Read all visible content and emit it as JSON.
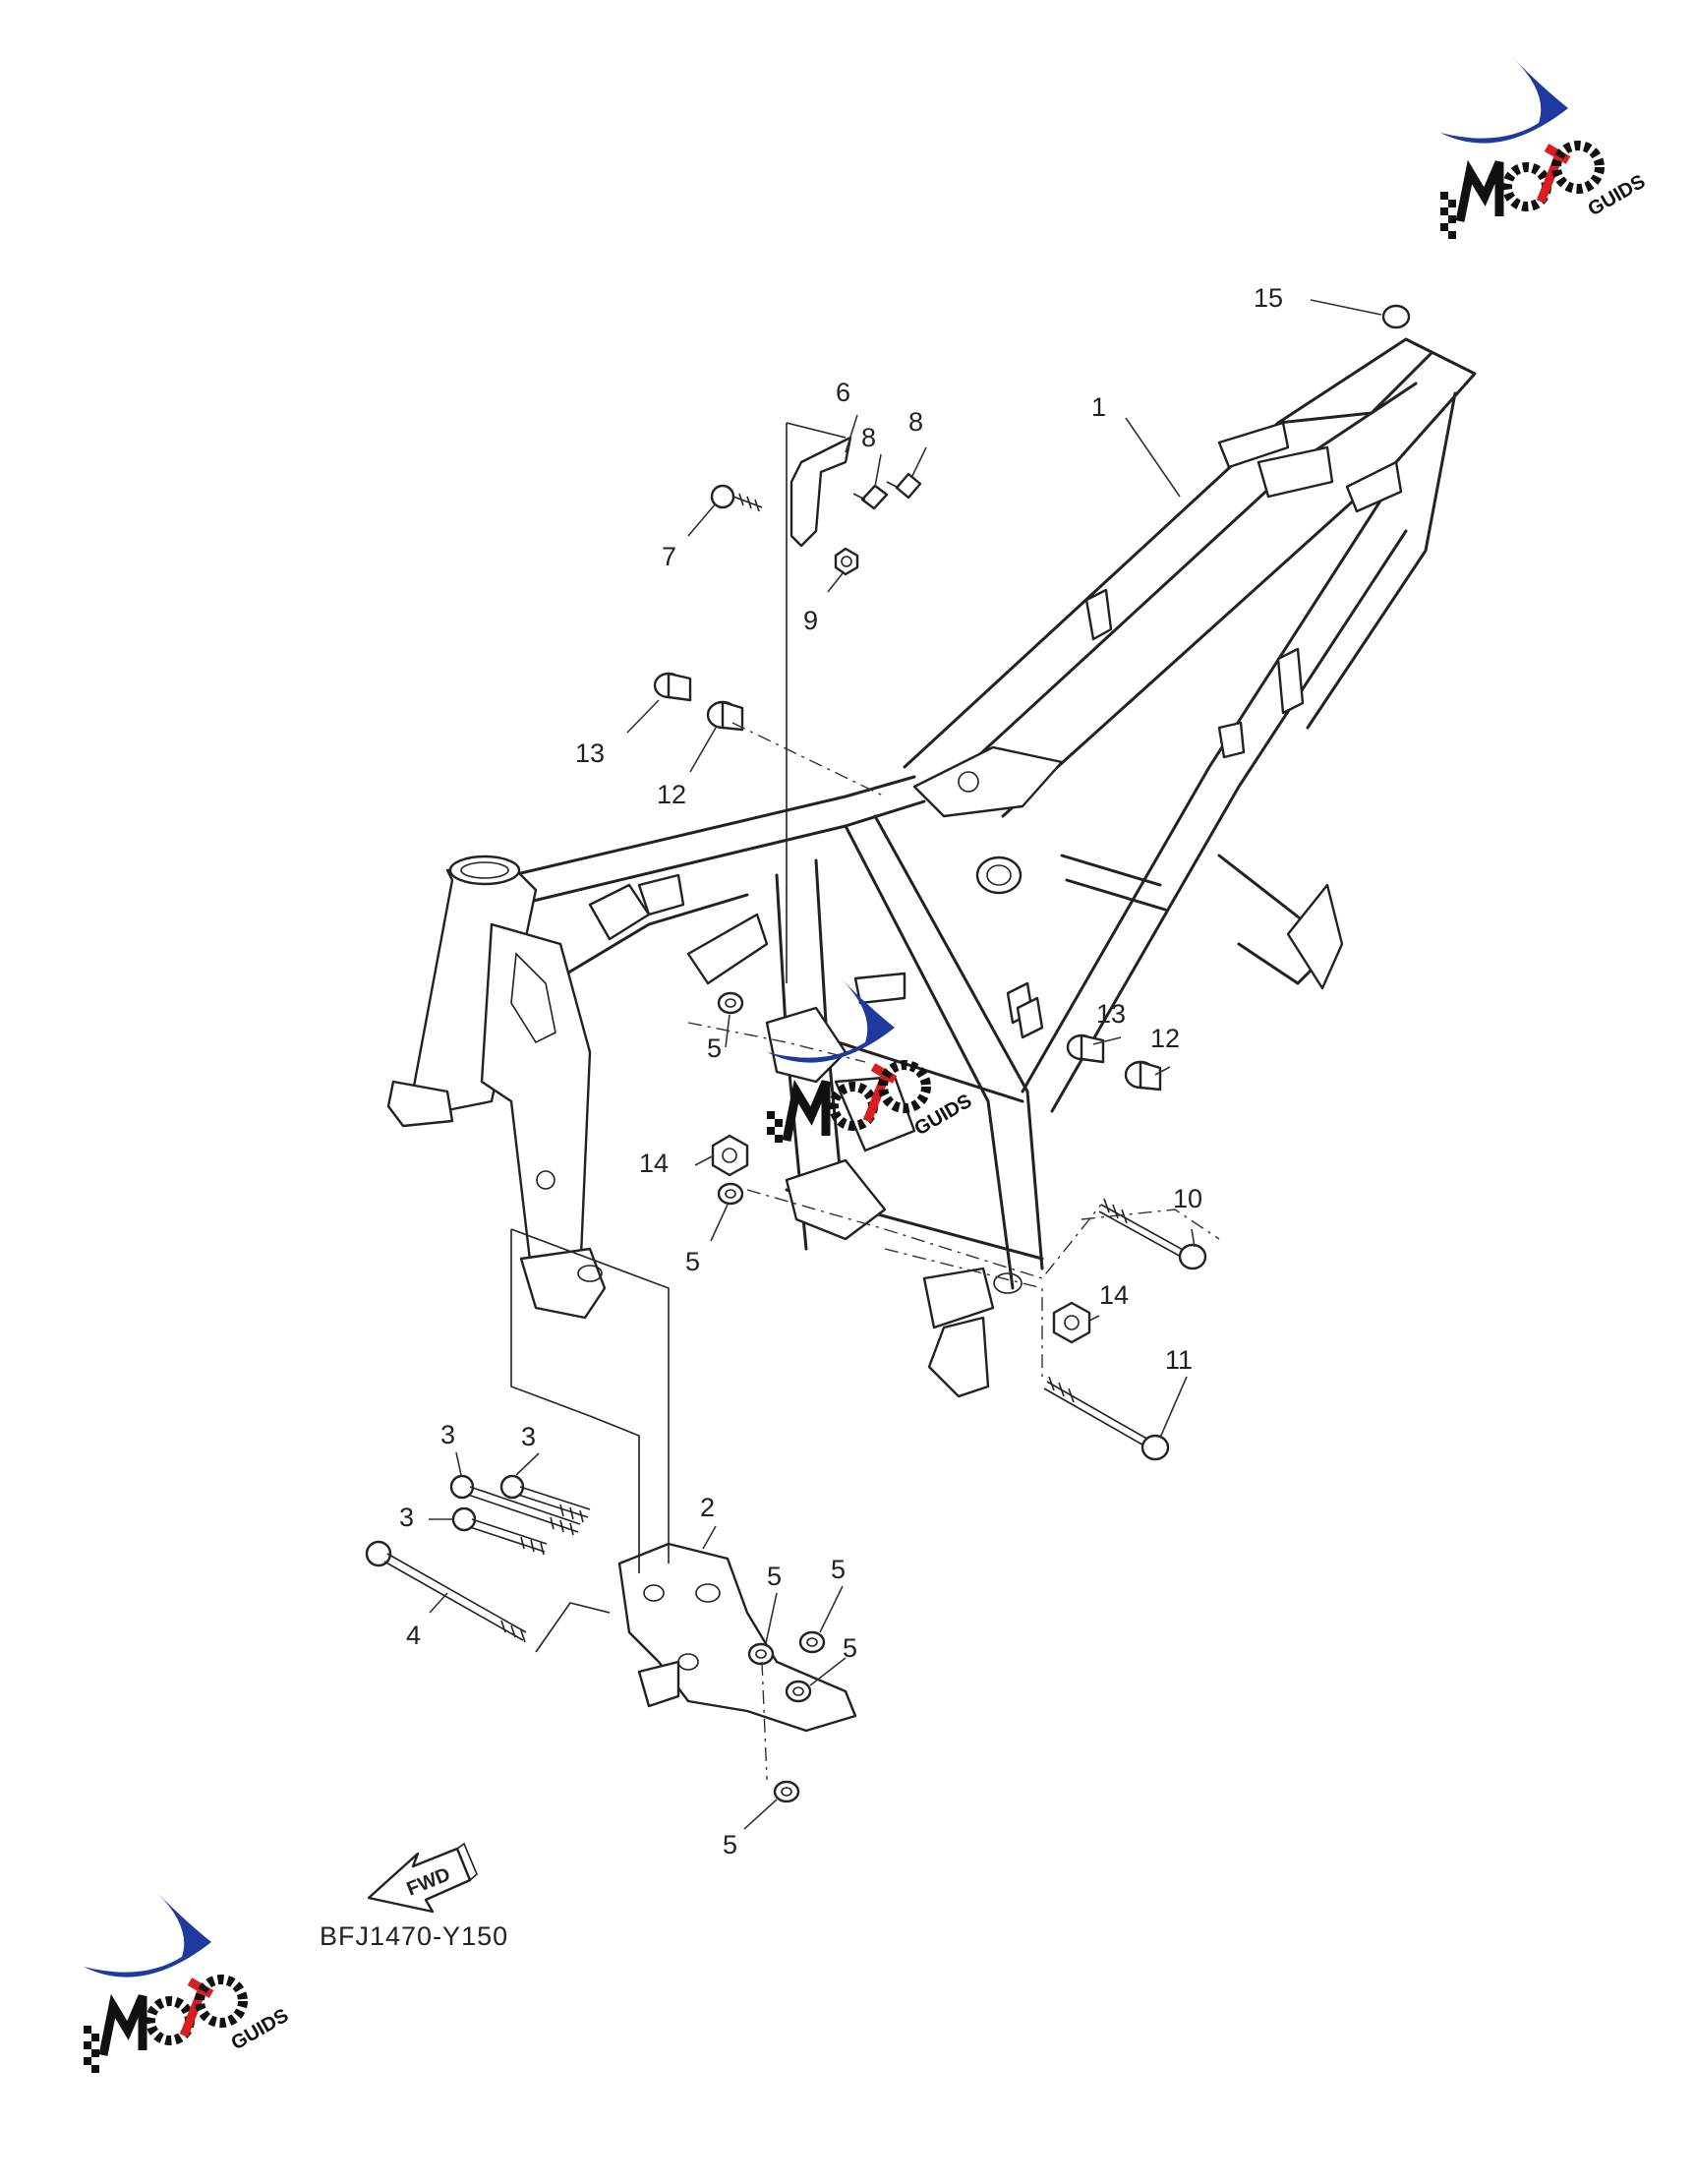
{
  "diagram": {
    "reference_code": "BFJ1470-Y150",
    "direction_label": "FWD",
    "callouts": [
      "15",
      "1",
      "6",
      "8",
      "8",
      "7",
      "9",
      "13",
      "12",
      "5",
      "13",
      "12",
      "14",
      "10",
      "5",
      "14",
      "11",
      "3",
      "3",
      "3",
      "2",
      "5",
      "5",
      "4",
      "5",
      "5"
    ]
  },
  "branding": {
    "logo_text": "MOTO GUIDS",
    "colors": {
      "blue": "#1f3a9e",
      "red": "#d81e1e",
      "black": "#111111"
    }
  }
}
